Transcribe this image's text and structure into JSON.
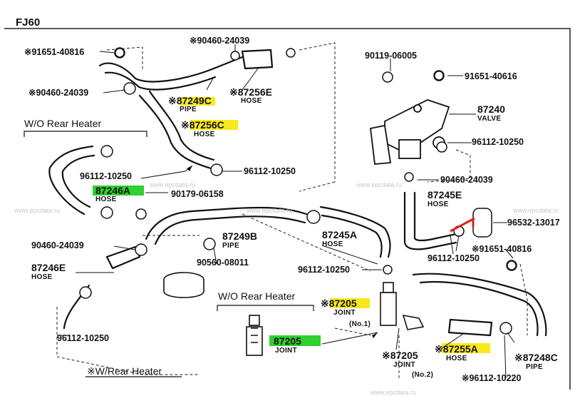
{
  "title": "FJ60",
  "sections": {
    "wo_rear_heater_left": "W/O Rear Heater",
    "wo_rear_heater_bottom": "W/O Rear Heater",
    "w_rear_heater": "※W/Rear Heater"
  },
  "watermarks": [
    "www.epcdata.ru",
    "www.epcdata.ru",
    "www.epcdata.ru",
    "www.epcdata.ru",
    "www.epcdata.ru",
    "www.epcdata.ru"
  ],
  "highlight_colors": {
    "yellow": "#f8e81c",
    "green": "#2fd02f",
    "red": "#e02020"
  },
  "parts": {
    "p91651_40816_top": "※91651-40816",
    "p90460_24039_top": "※90460-24039",
    "p90460_24039_left": "※90460-24039",
    "p87249C": "87249C",
    "p87249C_prefix": "※",
    "p87249C_type": "PIPE",
    "p87256E": "※87256E",
    "p87256E_type": "HOSE",
    "p87256C": "87256C",
    "p87256C_prefix": "※",
    "p87256C_type": "HOSE",
    "p90119_06005": "90119-06005",
    "p91651_40616": "91651-40616",
    "p87240": "87240",
    "p87240_type": "VALVE",
    "p96112_10250_right": "96112-10250",
    "p96112_10250_leftupper": "96112-10250",
    "p96112_10250_mid": "96112-10250",
    "p87246A": "87246A",
    "p87246A_type": "HOSE",
    "p90179_06158": "90179-06158",
    "p90460_24039_mid": "90460-24039",
    "p87245E": "87245E",
    "p87245E_type": "HOSE",
    "p96532_13017": "96532-13017",
    "p90460_24039_left2": "90460-24039",
    "p87249B": "87249B",
    "p87249B_type": "PIPE",
    "p87245A": "87245A",
    "p87245A_type": "HOSE",
    "p91651_40816_right": "※91651-40816",
    "p96112_10250_right2": "96112-10250",
    "p87246E": "87246E",
    "p87246E_type": "HOSE",
    "p90560_08011": "90560-08011",
    "p96112_10250_bottommid": "96112-10250",
    "p87205_no1": "87205",
    "p87205_no1_prefix": "※",
    "p87205_no1_type": "JOINT",
    "p87205_no1_note": "(No.1)",
    "p96112_10250_bottomleft": "96112-10250",
    "p87205_green": "87205",
    "p87205_green_type": "JOINT",
    "p87205_no2": "※87205",
    "p87205_no2_type": "JOINT",
    "p87205_no2_note": "(No.2)",
    "p87255A": "87255A",
    "p87255A_prefix": "※",
    "p87255A_type": "HOSE",
    "p87248C": "※87248C",
    "p87248C_type": "PIPE",
    "p96112_10220": "※96112-10220"
  }
}
